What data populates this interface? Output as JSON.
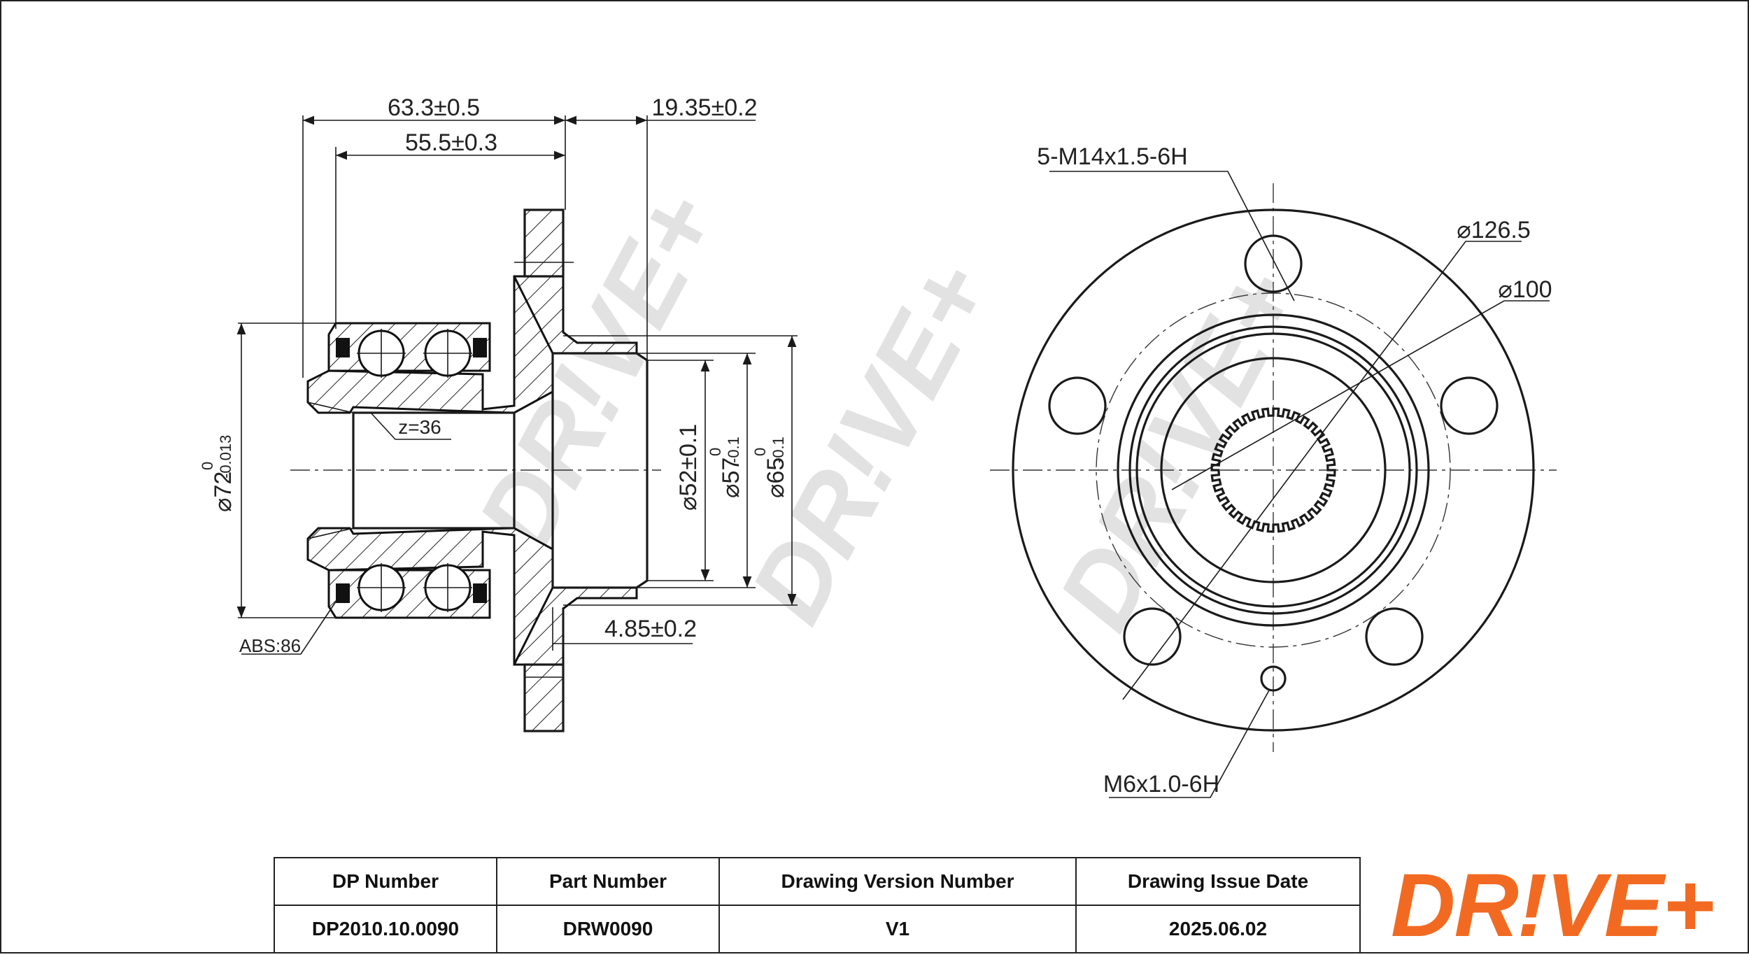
{
  "left_view": {
    "dims": {
      "overall_length": "63.3±0.5",
      "bearing_length": "55.5±0.3",
      "flange_offset": "19.35±0.2",
      "spline_teeth": "z=36",
      "bearing_od_main": "⌀72",
      "bearing_od_tol": "-0.013",
      "bearing_od_tol_zero": "0",
      "pilot_d52": "⌀52±0.1",
      "pilot_d57_main": "⌀57",
      "pilot_d57_tol": "-0.1",
      "pilot_d57_zero": "0",
      "pilot_d65_main": "⌀65",
      "pilot_d65_tol": "-0.1",
      "pilot_d65_zero": "0",
      "flange_thickness": "4.85±0.2",
      "abs": "ABS:86"
    }
  },
  "right_view": {
    "dims": {
      "studs": "5-M14x1.5-6H",
      "pcd": "⌀126.5",
      "d100": "⌀100",
      "screw": "M6x1.0-6H"
    }
  },
  "watermark": "DR!VE+",
  "title_block": {
    "headers": [
      "DP Number",
      "Part Number",
      "Drawing Version Number",
      "Drawing Issue Date"
    ],
    "values": [
      "DP2010.10.0090",
      "DRW0090",
      "V1",
      "2025.06.02"
    ]
  },
  "logo": {
    "text": "DR!VE+",
    "color": "#f26a21"
  }
}
